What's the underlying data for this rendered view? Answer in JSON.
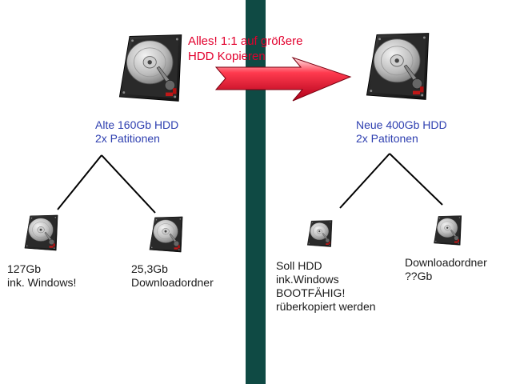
{
  "arrow_text": {
    "line1": "Alles! 1:1 auf größere",
    "line2": "HDD Kopieren"
  },
  "left": {
    "main_label": {
      "line1": "Alte 160Gb HDD",
      "line2": "2x Patitionen"
    },
    "part1": {
      "line1": "127Gb",
      "line2": "ink. Windows!"
    },
    "part2": {
      "line1": "25,3Gb",
      "line2": "Downloadordner"
    }
  },
  "right": {
    "main_label": {
      "line1": "Neue 400Gb HDD",
      "line2": "2x Patitonen"
    },
    "part1": {
      "line1": "Soll HDD",
      "line2": "ink.Windows",
      "line3": "BOOTFÄHIG!",
      "line4": "rüberkopiert werden"
    },
    "part2": {
      "line1": "Downloadordner",
      "line2": "??Gb"
    }
  },
  "colors": {
    "divider": "#0f4a44",
    "arrow": "#d8001f",
    "label_blue": "#2e3fb0",
    "arrow_text": "#e2002d"
  }
}
